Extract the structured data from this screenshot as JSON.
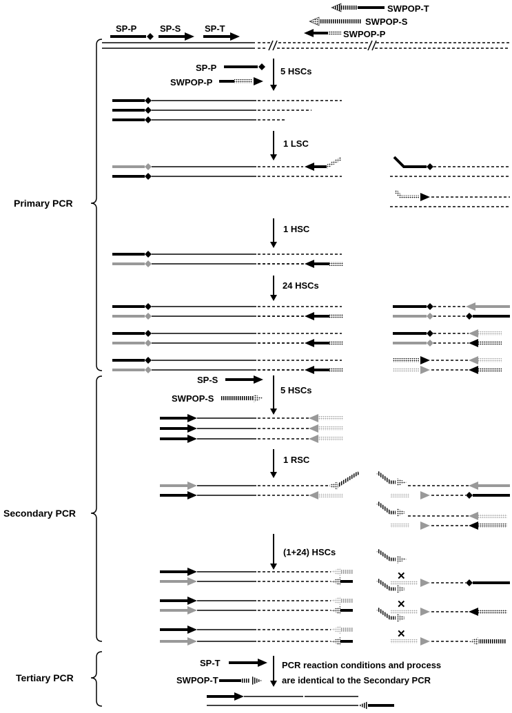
{
  "primers_top": {
    "sp_p": "SP-P",
    "sp_s": "SP-S",
    "sp_t": "SP-T",
    "swpop_t": "SWPOP-T",
    "swpop_s": "SWPOP-S",
    "swpop_p": "SWPOP-P"
  },
  "stages": {
    "primary": "Primary PCR",
    "secondary": "Secondary PCR",
    "tertiary": "Tertiary PCR"
  },
  "primary_steps": {
    "primer_1": "SP-P",
    "primer_2": "SWPOP-P",
    "step_1": "5 HSCs",
    "step_2": "1 LSC",
    "step_3": "1 HSC",
    "step_4": "24 HSCs"
  },
  "secondary_steps": {
    "primer_1": "SP-S",
    "primer_2": "SWPOP-S",
    "step_1": "5 HSCs",
    "step_2": "1 RSC",
    "step_3": "(1+24) HSCs"
  },
  "tertiary_steps": {
    "primer_1": "SP-T",
    "primer_2": "SWPOP-T",
    "note_line_1": "PCR reaction conditions and process",
    "note_line_2": "are identical to the Secondary PCR"
  },
  "failed_marker": "✕",
  "colors": {
    "black": "#000000",
    "gray": "#999999"
  }
}
